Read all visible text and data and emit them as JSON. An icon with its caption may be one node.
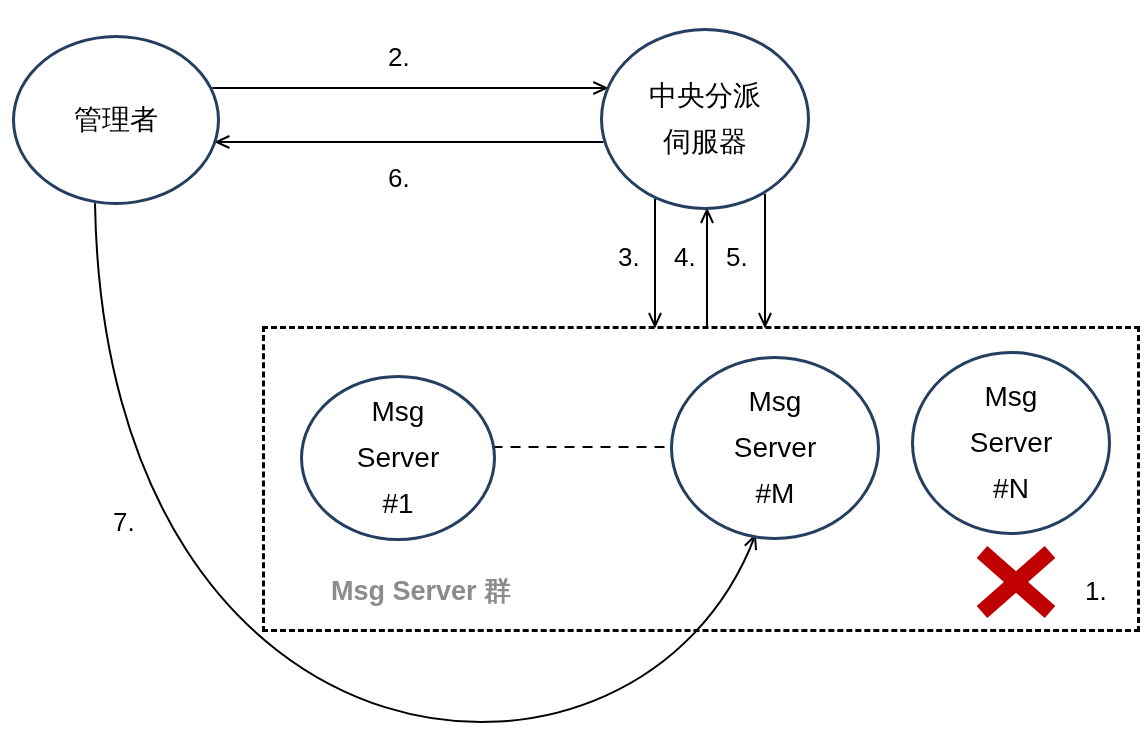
{
  "diagram": {
    "nodes": [
      {
        "text": [
          "管理者"
        ]
      },
      {
        "text": [
          "中央分派伺服器"
        ]
      },
      {
        "text": [
          "Msg Server 群"
        ]
      },
      {
        "text": [
          "Msg Server #1"
        ],
        "in": 2
      },
      {
        "text": [
          "Msg Server #M"
        ],
        "in": 2
      },
      {
        "text": [
          "Msg Server #N"
        ],
        "in": 2
      }
    ],
    "edges": [
      {
        "from": 0,
        "to": 1,
        "arrow": "to",
        "label": "2."
      },
      {
        "from": 1,
        "to": 0,
        "arrow": "to",
        "label": "6."
      },
      {
        "from": 1,
        "to": 2,
        "arrow": "to",
        "label": "3."
      },
      {
        "from": 2,
        "to": 1,
        "arrow": "to",
        "label": "4."
      },
      {
        "from": 1,
        "to": 2,
        "arrow": "to",
        "label": "5."
      },
      {
        "from": 3,
        "to": 4,
        "arrow": "none",
        "style": "dashed"
      },
      {
        "from": 0,
        "to": 4,
        "arrow": "to",
        "label": "7."
      }
    ],
    "labels": [
      "1."
    ]
  }
}
